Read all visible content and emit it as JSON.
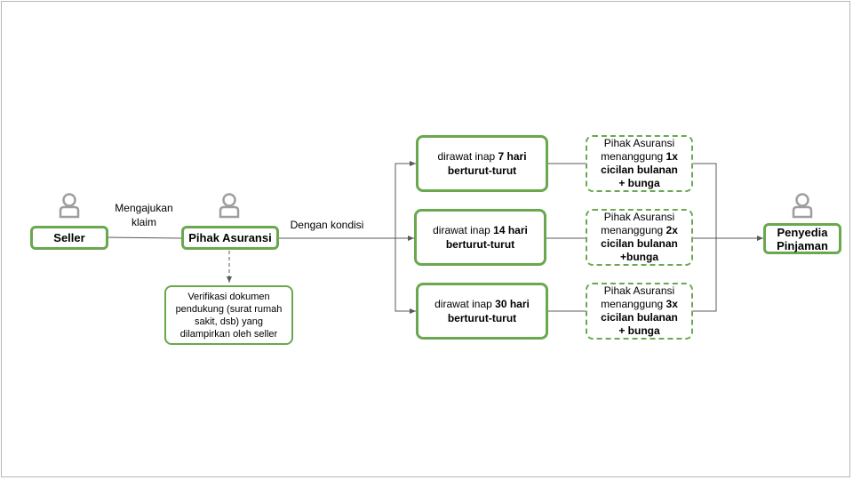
{
  "nodes": {
    "seller": "Seller",
    "insurer": "Pihak Asuransi",
    "verification": "Verifikasi dokumen pendukung (surat rumah sakit, dsb) yang dilampirkan oleh seller",
    "lender_line1": "Penyedia",
    "lender_line2": "Pinjaman"
  },
  "labels": {
    "claim_line1": "Mengajukan",
    "claim_line2": "klaim",
    "condition": "Dengan kondisi"
  },
  "conditions": [
    {
      "prefix": "dirawat inap ",
      "days": "7 hari",
      "suffix": "berturut-turut"
    },
    {
      "prefix": "dirawat inap ",
      "days": "14 hari",
      "suffix": "berturut-turut"
    },
    {
      "prefix": "dirawat inap ",
      "days": "30 hari",
      "suffix": "berturut-turut"
    }
  ],
  "coverages": [
    {
      "line1": "Pihak Asuransi",
      "line2": "menanggung ",
      "times": "1x",
      "line3": "cicilan bulanan",
      "line4": "+ bunga"
    },
    {
      "line1": "Pihak Asuransi",
      "line2": "menanggung ",
      "times": "2x",
      "line3": "cicilan bulanan",
      "line4": "+bunga"
    },
    {
      "line1": "Pihak Asuransi",
      "line2": "menanggung ",
      "times": "3x",
      "line3": "cicilan bulanan",
      "line4": "+ bunga"
    }
  ],
  "colors": {
    "accent": "#6aa84f",
    "icon": "#9e9e9e",
    "line": "#595959"
  },
  "icons": {
    "actor": "person-icon"
  }
}
